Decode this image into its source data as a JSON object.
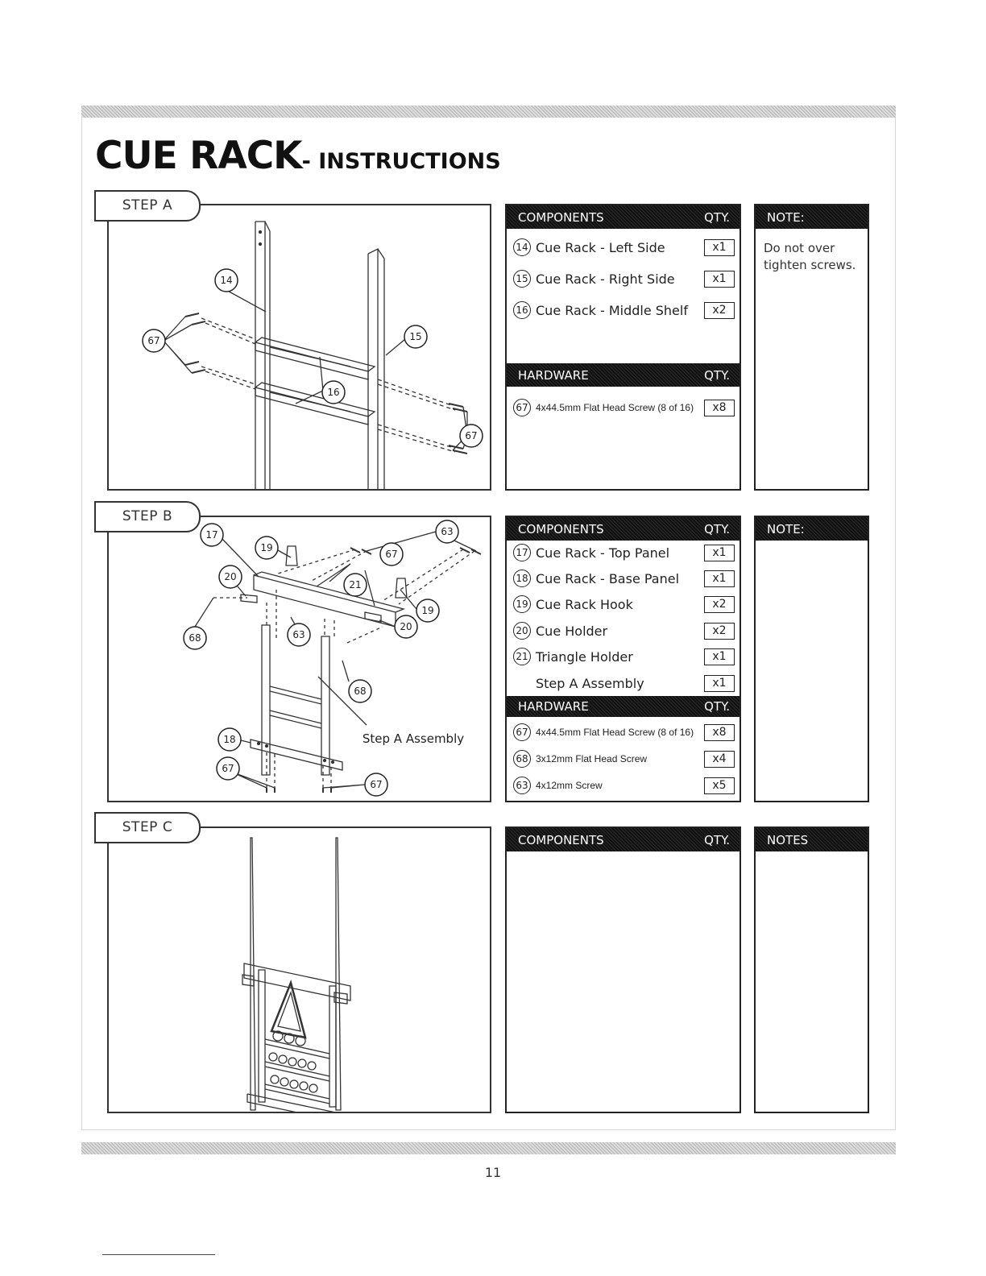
{
  "title": {
    "main": "CUE RACK",
    "sub": "- INSTRUCTIONS"
  },
  "page_number": "11",
  "steps": [
    {
      "label": "STEP A",
      "components_header": {
        "title": "COMPONENTS",
        "qty": "QTY."
      },
      "components": [
        {
          "num": "14",
          "name": "Cue Rack - Left Side",
          "qty": "x1"
        },
        {
          "num": "15",
          "name": "Cue Rack - Right Side",
          "qty": "x1"
        },
        {
          "num": "16",
          "name": "Cue Rack - Middle Shelf",
          "qty": "x2"
        }
      ],
      "hardware_header": {
        "title": "HARDWARE",
        "qty": "QTY."
      },
      "hardware": [
        {
          "num": "67",
          "name": "4x44.5mm Flat Head Screw (8 of 16)",
          "qty": "x8"
        }
      ],
      "note_header": "NOTE:",
      "note_text": "Do not over tighten screws.",
      "diagram_callouts": [
        "14",
        "67",
        "15",
        "16",
        "67"
      ]
    },
    {
      "label": "STEP B",
      "components_header": {
        "title": "COMPONENTS",
        "qty": "QTY."
      },
      "components": [
        {
          "num": "17",
          "name": "Cue Rack - Top Panel",
          "qty": "x1"
        },
        {
          "num": "18",
          "name": "Cue Rack - Base Panel",
          "qty": "x1"
        },
        {
          "num": "19",
          "name": "Cue Rack Hook",
          "qty": "x2"
        },
        {
          "num": "20",
          "name": "Cue Holder",
          "qty": "x2"
        },
        {
          "num": "21",
          "name": "Triangle Holder",
          "qty": "x1"
        },
        {
          "num": "",
          "name": "Step A Assembly",
          "qty": "x1"
        }
      ],
      "hardware_header": {
        "title": "HARDWARE",
        "qty": "QTY."
      },
      "hardware": [
        {
          "num": "67",
          "name": "4x44.5mm Flat Head Screw (8 of 16)",
          "qty": "x8"
        },
        {
          "num": "68",
          "name": "3x12mm Flat Head Screw",
          "qty": "x4"
        },
        {
          "num": "63",
          "name": "4x12mm Screw",
          "qty": "x5"
        }
      ],
      "note_header": "NOTE:",
      "note_text": "",
      "diagram_callouts": [
        "17",
        "19",
        "63",
        "67",
        "20",
        "21",
        "19",
        "20",
        "68",
        "63",
        "68",
        "18",
        "67",
        "67"
      ],
      "diagram_label": "Step A Assembly"
    },
    {
      "label": "STEP C",
      "components_header": {
        "title": "COMPONENTS",
        "qty": "QTY."
      },
      "components": [],
      "note_header": "NOTES",
      "note_text": ""
    }
  ]
}
